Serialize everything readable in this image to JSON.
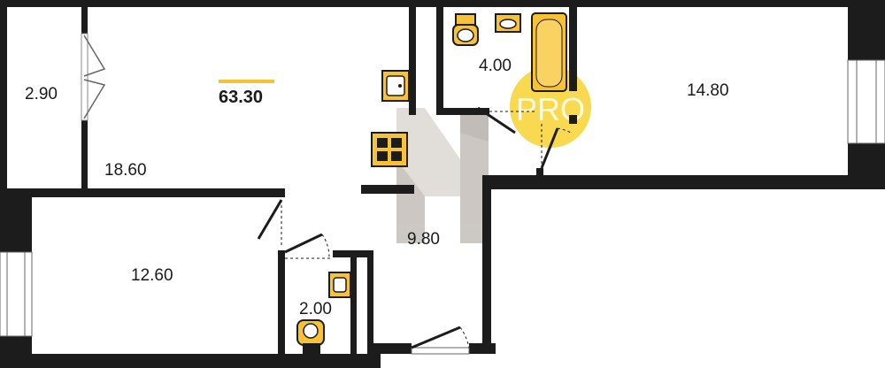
{
  "plan": {
    "total_area": "63.30",
    "watermark": "PRO",
    "rooms": {
      "balcony": "2.90",
      "living": "18.60",
      "bathroom": "4.00",
      "bedroom_right": "14.80",
      "bedroom_left": "12.60",
      "wc": "2.00",
      "hall": "9.80"
    },
    "colors": {
      "wall": "#1c1c1c",
      "fixture": "#f7c234",
      "accent_bar": "#f7c234",
      "pro_circle": "#f7d230"
    }
  }
}
